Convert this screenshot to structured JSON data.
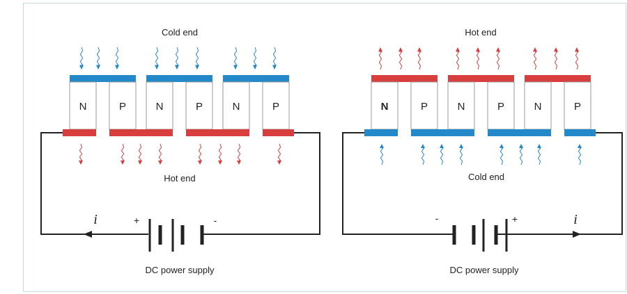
{
  "colors": {
    "hot": "#d93e3e",
    "cold": "#2389c9",
    "wire": "#222222",
    "element_border": "#999999"
  },
  "left_module": {
    "top_label": "Cold end",
    "bottom_label": "Hot end",
    "elements": [
      "N",
      "P",
      "N",
      "P",
      "N",
      "P"
    ],
    "battery_label": "DC power supply",
    "plus": "+",
    "minus": "-",
    "current": "i",
    "top_plates": "cold",
    "bottom_plates": "hot"
  },
  "right_module": {
    "top_label": "Hot end",
    "bottom_label": "Cold end",
    "elements": [
      "N",
      "P",
      "N",
      "P",
      "N",
      "P"
    ],
    "battery_label": "DC power supply",
    "plus": "+",
    "minus": "-",
    "current": "i",
    "top_plates": "hot",
    "bottom_plates": "cold"
  }
}
